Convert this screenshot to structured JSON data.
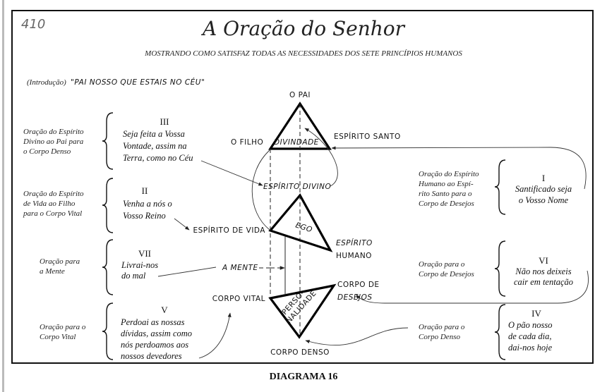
{
  "page_number": "410",
  "title": "A Oração do Senhor",
  "subtitle": "MOSTRANDO COMO SATISFAZ TODAS AS NECESSIDADES DOS SETE PRINCÍPIOS HUMANOS",
  "intro": {
    "label": "(Introdução)",
    "text": "\"PAI NOSSO QUE ESTAIS NO CÉU\""
  },
  "diagram": {
    "o_pai": "O PAI",
    "o_filho": "O FILHO",
    "divindade": "DIVINDADE",
    "espirito_santo": "ESPÍRITO SANTO",
    "espirito_divino": "ESPÍRITO DIVINO",
    "espirito_de_vida": "ESPÍRITO DE VIDA",
    "ego": "EGO",
    "espirito_humano": [
      "ESPÍRITO",
      "HUMANO"
    ],
    "a_mente": "A MENTE",
    "corpo_vital": "CORPO VITAL",
    "corpo_de_desejos": [
      "CORPO DE",
      "DESEJOS"
    ],
    "personalidade": [
      "PERSO-",
      "NALIDADE"
    ],
    "corpo denso": "CORPO DENSO"
  },
  "left": [
    {
      "label": [
        "Oração do Espírito",
        "Divino ao Pai para",
        "o Corpo Denso"
      ],
      "numeral": "III",
      "prayer": [
        "Seja feita a Vossa",
        "Vontade, assim na",
        "Terra, como no Céu"
      ]
    },
    {
      "label": [
        "Oração do Espírito",
        "de Vida ao Filho",
        "para o Corpo Vital"
      ],
      "numeral": "II",
      "prayer": [
        "Venha a nós o",
        "Vosso Reino"
      ]
    },
    {
      "label": [
        "Oração para",
        "a Mente"
      ],
      "numeral": "VII",
      "prayer": [
        "Livrai-nos",
        "do mal"
      ]
    },
    {
      "label": [
        "Oração para o",
        "Corpo Vital"
      ],
      "numeral": "V",
      "prayer": [
        "Perdoai as nossas",
        "dívidas, assim como",
        "nós perdoamos aos",
        "nossos devedores"
      ]
    }
  ],
  "right": [
    {
      "label": [
        "Oração do Espírito",
        "Humano ao Espí-",
        "rito Santo para o",
        "Corpo de Desejos"
      ],
      "numeral": "I",
      "prayer": [
        "Santificado seja",
        "o Vosso Nome"
      ]
    },
    {
      "label": [
        "Oração para o",
        "Corpo de Desejos"
      ],
      "numeral": "VI",
      "prayer": [
        "Não nos deixeis",
        "cair em tentação"
      ]
    },
    {
      "label": [
        "Oração para o",
        "Corpo Denso"
      ],
      "numeral": "IV",
      "prayer": [
        "O pão nosso",
        "de cada dia,",
        "dai-nos hoje"
      ]
    }
  ],
  "caption": "DIAGRAMA 16"
}
